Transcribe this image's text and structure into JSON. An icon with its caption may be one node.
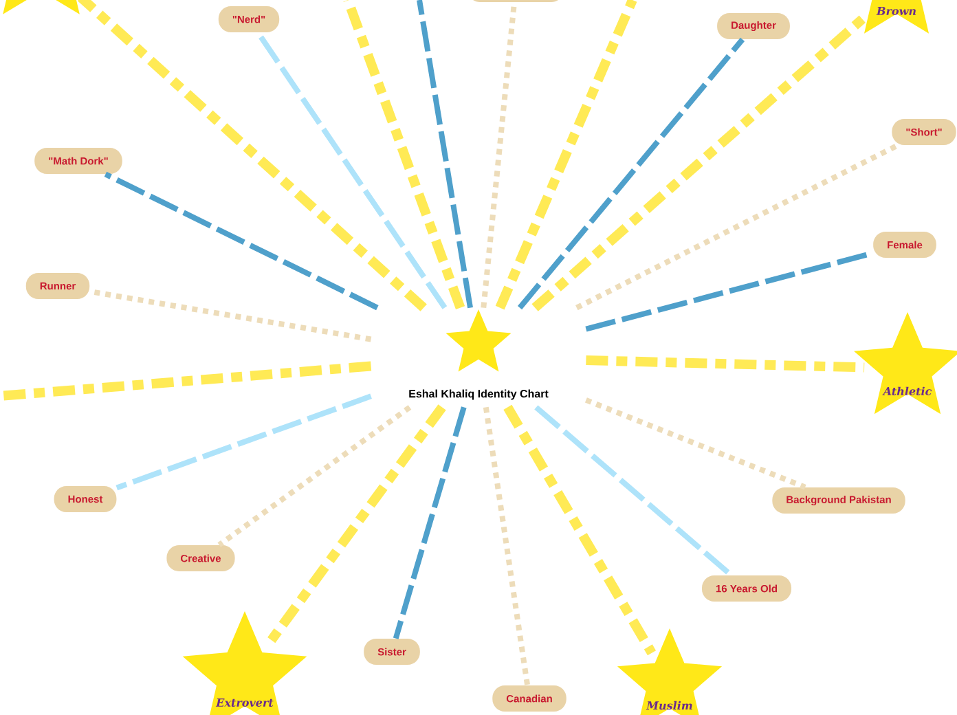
{
  "diagram": {
    "nodes": [
      {
        "text": [
          "Eshal Khaliq Identity Chart"
        ]
      },
      {
        "text": [],
        "shape": "star"
      },
      {
        "text": [],
        "shape": "box"
      },
      {
        "text": [
          "\"Nerd\""
        ]
      },
      {
        "text": [
          "Daughter"
        ]
      },
      {
        "text": [
          "Brown"
        ]
      },
      {
        "text": [
          "\"Short\""
        ]
      },
      {
        "text": [
          "\"Math Dork\""
        ]
      },
      {
        "text": [
          "Female"
        ]
      },
      {
        "text": [
          "Runner"
        ]
      },
      {
        "text": [
          "Athletic"
        ]
      },
      {
        "text": [
          "Background Pakistan"
        ]
      },
      {
        "text": [
          "Honest"
        ]
      },
      {
        "text": [
          "Creative"
        ]
      },
      {
        "text": [
          "16 Years Old"
        ]
      },
      {
        "text": [
          "Sister"
        ]
      },
      {
        "text": [
          "Extrovert"
        ]
      },
      {
        "text": [
          "Muslim"
        ]
      },
      {
        "text": [
          "Canadian"
        ]
      }
    ],
    "edges": [
      {
        "from": 0,
        "to": 1,
        "arrow": "none",
        "style": "dashed",
        "color": "#ffea55"
      },
      {
        "from": 0,
        "to": 3,
        "arrow": "none",
        "style": "dashed",
        "color": "#aee3fa"
      },
      {
        "from": 0,
        "to": null,
        "arrow": "none",
        "style": "dashed",
        "color": "#ffea55"
      },
      {
        "from": 0,
        "to": null,
        "arrow": "none",
        "style": "dashed",
        "color": "#4fa0cb"
      },
      {
        "from": 0,
        "to": 2,
        "arrow": "none",
        "color": "#eddcb9"
      },
      {
        "from": 0,
        "to": null,
        "arrow": "none",
        "style": "dashed",
        "color": "#ffea55"
      },
      {
        "from": 0,
        "to": 4,
        "arrow": "none",
        "style": "dashed",
        "color": "#4fa0cb"
      },
      {
        "from": 0,
        "to": 5,
        "arrow": "none",
        "style": "dashed",
        "color": "#ffea55"
      },
      {
        "from": 0,
        "to": 6,
        "arrow": "none",
        "color": "#eddcb9"
      },
      {
        "from": 0,
        "to": 8,
        "arrow": "none",
        "style": "dashed",
        "color": "#4fa0cb"
      },
      {
        "from": 0,
        "to": 10,
        "arrow": "none",
        "style": "dashed",
        "color": "#ffea55"
      },
      {
        "from": 0,
        "to": 11,
        "arrow": "none",
        "color": "#eddcb9"
      },
      {
        "from": 0,
        "to": 14,
        "arrow": "none",
        "style": "dashed",
        "color": "#aee3fa"
      },
      {
        "from": 0,
        "to": 17,
        "arrow": "none",
        "style": "dashed",
        "color": "#ffea55"
      },
      {
        "from": 0,
        "to": 18,
        "arrow": "none",
        "color": "#eddcb9"
      },
      {
        "from": 0,
        "to": 15,
        "arrow": "none",
        "style": "dashed",
        "color": "#4fa0cb"
      },
      {
        "from": 0,
        "to": 16,
        "arrow": "none",
        "style": "dashed",
        "color": "#ffea55"
      },
      {
        "from": 0,
        "to": 13,
        "arrow": "none",
        "color": "#eddcb9"
      },
      {
        "from": 0,
        "to": 12,
        "arrow": "none",
        "style": "dashed",
        "color": "#aee3fa"
      },
      {
        "from": 0,
        "to": null,
        "arrow": "none",
        "style": "dashed",
        "color": "#ffea55"
      },
      {
        "from": 0,
        "to": 9,
        "arrow": "none",
        "color": "#eddcb9"
      },
      {
        "from": 0,
        "to": 7,
        "arrow": "none",
        "style": "dashed",
        "color": "#4fa0cb"
      }
    ]
  }
}
